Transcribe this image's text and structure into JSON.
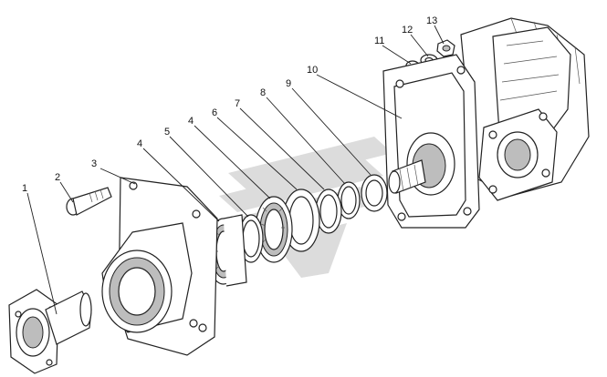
{
  "callouts": [
    {
      "id": "c1",
      "label": "1"
    },
    {
      "id": "c2",
      "label": "2"
    },
    {
      "id": "c3",
      "label": "3"
    },
    {
      "id": "c4a",
      "label": "4"
    },
    {
      "id": "c5",
      "label": "5"
    },
    {
      "id": "c4b",
      "label": "4"
    },
    {
      "id": "c6",
      "label": "6"
    },
    {
      "id": "c7",
      "label": "7"
    },
    {
      "id": "c8",
      "label": "8"
    },
    {
      "id": "c9",
      "label": "9"
    },
    {
      "id": "c10",
      "label": "10"
    },
    {
      "id": "c11",
      "label": "11"
    },
    {
      "id": "c12",
      "label": "12"
    },
    {
      "id": "c13",
      "label": "13"
    }
  ],
  "watermark": {
    "icon": "manufacturer-logo-icon"
  }
}
